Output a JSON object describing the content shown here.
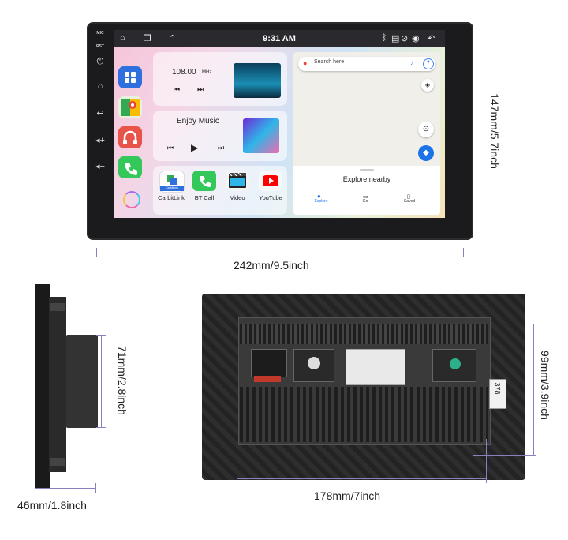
{
  "device": {
    "side_buttons": [
      "MIC",
      "RST"
    ],
    "status_bar": {
      "time": "9:31 AM"
    },
    "radio": {
      "frequency": "108.00",
      "unit": "MHz"
    },
    "music": {
      "title": "Enjoy Music"
    },
    "apps": [
      {
        "label": "CarbitLink",
        "badge": "CarbitLink"
      },
      {
        "label": "BT Call"
      },
      {
        "label": "Video"
      },
      {
        "label": "YouTube"
      }
    ],
    "maps": {
      "search_placeholder": "Search here",
      "sheet_title": "Explore nearby",
      "tabs": [
        "Explore",
        "Go",
        "Saved"
      ]
    }
  },
  "dimensions": {
    "width": "242mm/9.5inch",
    "height": "147mm/5.7inch",
    "depth": "46mm/1.8inch",
    "box_height": "71mm/2.8inch",
    "back_width": "178mm/7inch",
    "back_height": "99mm/3.9inch"
  },
  "back_label": "378",
  "colors": {
    "dimension_line": "#8a7fbf",
    "accent": "#4285f4"
  }
}
